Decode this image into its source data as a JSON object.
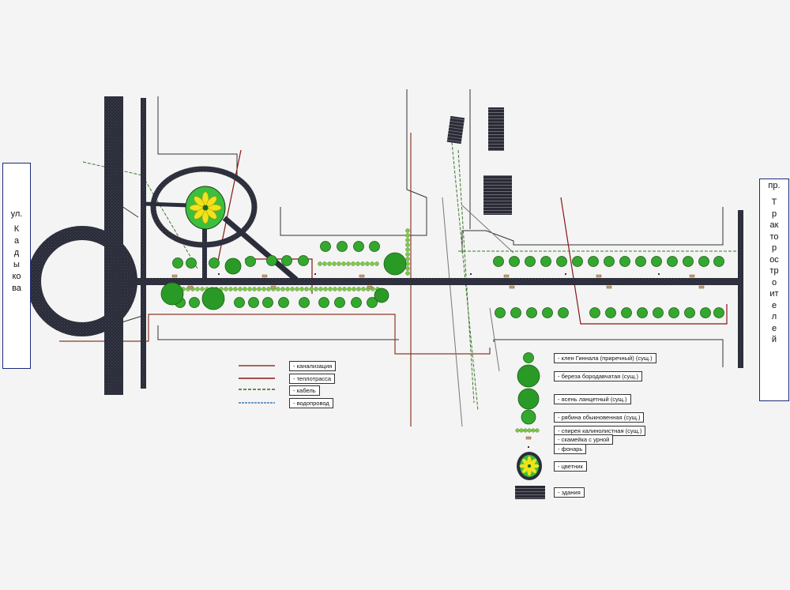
{
  "streets": {
    "left": {
      "prefix": "ул.",
      "name": "Кадыкова"
    },
    "right": {
      "prefix": "пр.",
      "name": "Тракторостроителей"
    }
  },
  "utilities_legend": [
    {
      "key": "sewer",
      "label": "- канализация",
      "color": "#8b3a2a"
    },
    {
      "key": "heat",
      "label": "- теплотрасса",
      "color": "#8b1414"
    },
    {
      "key": "cable",
      "label": "- кабель",
      "color": "#2e6b1a"
    },
    {
      "key": "water",
      "label": "- водопровод",
      "color": "#4a7ab0"
    }
  ],
  "plants_legend": [
    {
      "key": "maple",
      "label": "- клен Гиннала (приречный) (сущ.)"
    },
    {
      "key": "birch",
      "label": "- береза бородавчатая (сущ.)"
    },
    {
      "key": "ash",
      "label": "- ясень ланцетный (сущ.)"
    },
    {
      "key": "rowan",
      "label": "- рябина обыкновенная (сущ.)"
    },
    {
      "key": "spirea",
      "label": "- спирея калинолистная (сущ.)"
    },
    {
      "key": "bench",
      "label": "- скамейка с урной"
    },
    {
      "key": "lamp",
      "label": "- фонарь"
    },
    {
      "key": "flowerbed",
      "label": "- цветник"
    },
    {
      "key": "buildings",
      "label": "- здания"
    }
  ],
  "colors": {
    "road": "#2b2d3a",
    "tree": "#2fa52a",
    "tree_dark": "#1e7a1c",
    "flower": "#f2e21a",
    "bed": "#3cbf3c"
  }
}
